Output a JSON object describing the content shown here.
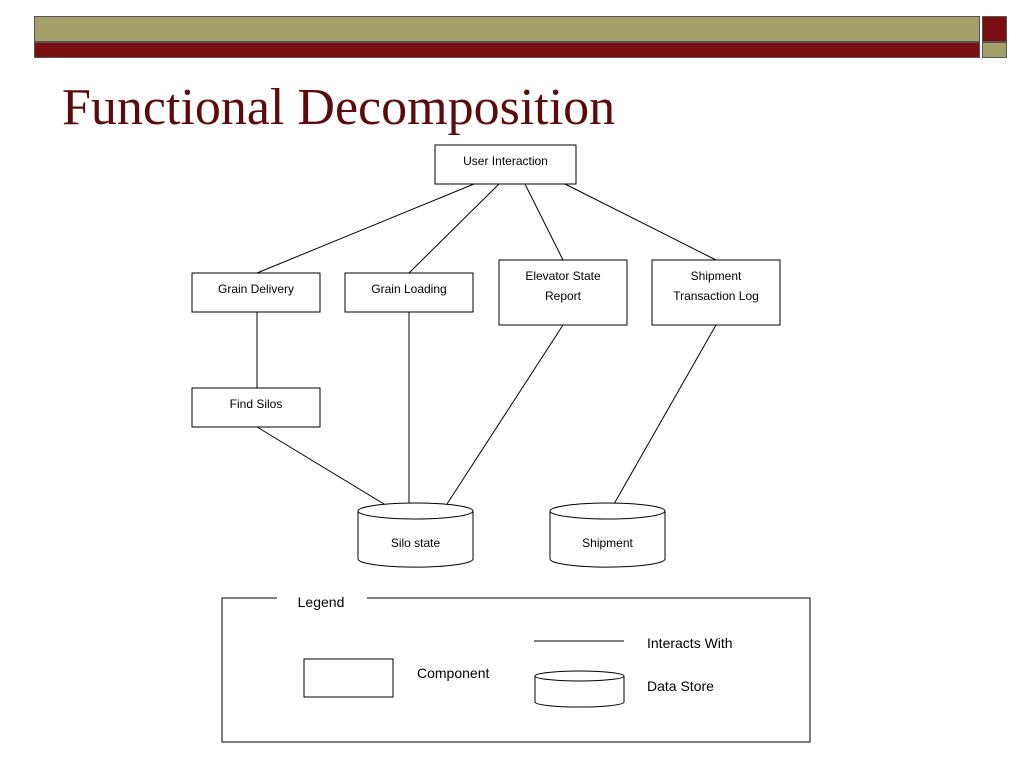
{
  "theme": {
    "olive": "#a3a06a",
    "maroon": "#7a0f12",
    "title_color": "#5c0a0a"
  },
  "title": "Functional Decomposition",
  "nodes": {
    "user_interaction": "User Interaction",
    "grain_delivery": "Grain Delivery",
    "grain_loading": "Grain Loading",
    "elevator_state_report": [
      "Elevator State",
      "Report"
    ],
    "shipment_transaction_log": [
      "Shipment",
      "Transaction Log"
    ],
    "find_silos": "Find Silos",
    "silo_state": "Silo state",
    "shipment": "Shipment"
  },
  "legend": {
    "title": "Legend",
    "component": "Component",
    "interacts_with": "Interacts With",
    "data_store": "Data Store"
  }
}
